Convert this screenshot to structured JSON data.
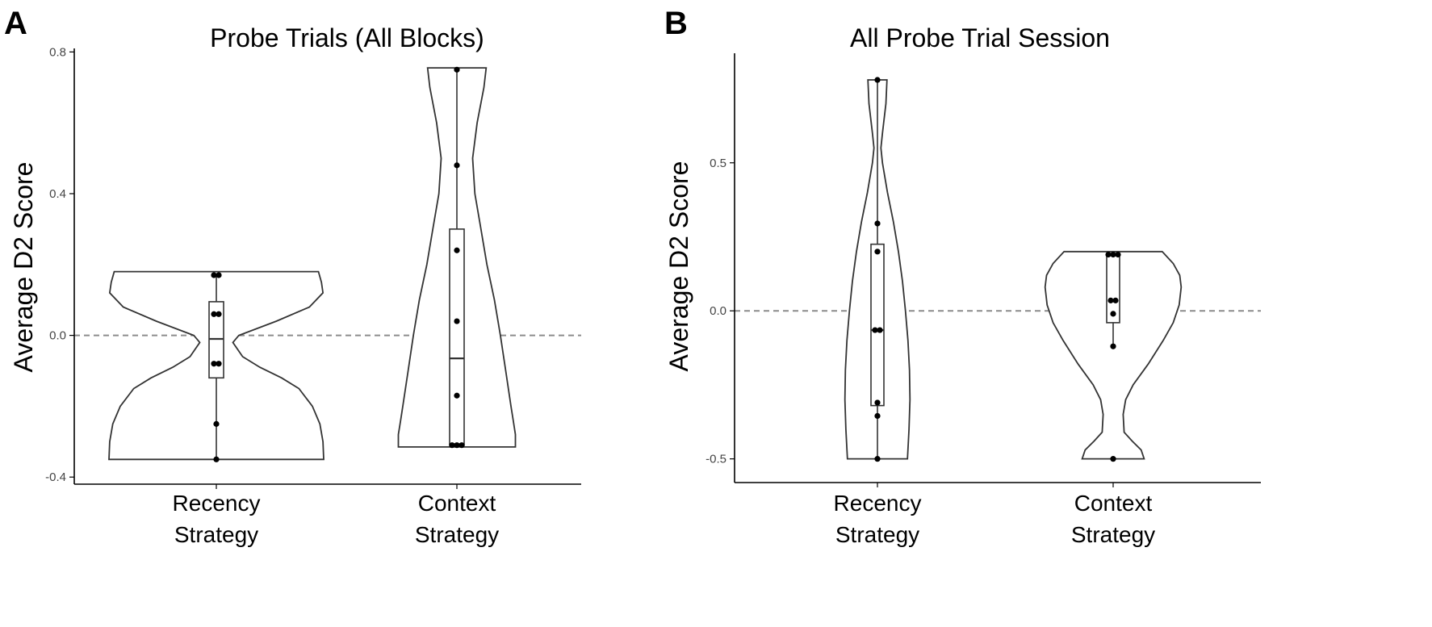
{
  "chart_data": [
    {
      "panel": "A",
      "type": "violin",
      "title": "Probe Trials (All Blocks)",
      "ylabel": "Average D2 Score",
      "xlabel": "",
      "ylim": [
        -0.42,
        0.81
      ],
      "yticks": [
        -0.4,
        0.0,
        0.4,
        0.8
      ],
      "ytick_labels": [
        "-0.4",
        "0.0",
        "0.4",
        "0.8"
      ],
      "reference_line": 0.0,
      "grid": false,
      "categories": [
        {
          "label_line1": "Recency",
          "label_line2": "Strategy"
        },
        {
          "label_line1": "Context",
          "label_line2": "Strategy"
        }
      ],
      "series": [
        {
          "points": [
            0.17,
            0.17,
            0.06,
            0.06,
            -0.08,
            -0.08,
            -0.25,
            -0.35
          ],
          "box": {
            "q1": -0.12,
            "median": -0.01,
            "q3": 0.095,
            "whisker_low": -0.35,
            "whisker_high": 0.17
          },
          "violin_profile": [
            [
              -0.35,
              0.143
            ],
            [
              -0.3,
              0.142
            ],
            [
              -0.25,
              0.138
            ],
            [
              -0.2,
              0.128
            ],
            [
              -0.15,
              0.11
            ],
            [
              -0.12,
              0.087
            ],
            [
              -0.09,
              0.058
            ],
            [
              -0.06,
              0.035
            ],
            [
              -0.02,
              0.022
            ],
            [
              0.0,
              0.03
            ],
            [
              0.04,
              0.08
            ],
            [
              0.08,
              0.124
            ],
            [
              0.12,
              0.142
            ],
            [
              0.15,
              0.14
            ],
            [
              0.18,
              0.136
            ]
          ]
        },
        {
          "points": [
            0.75,
            0.48,
            0.24,
            0.04,
            -0.17,
            -0.31,
            -0.31,
            -0.31
          ],
          "box": {
            "q1": -0.31,
            "median": -0.065,
            "q3": 0.3,
            "whisker_low": -0.31,
            "whisker_high": 0.75
          },
          "violin_profile": [
            [
              -0.315,
              0.078
            ],
            [
              -0.28,
              0.078
            ],
            [
              -0.24,
              0.075
            ],
            [
              -0.2,
              0.072
            ],
            [
              -0.1,
              0.065
            ],
            [
              0.0,
              0.058
            ],
            [
              0.1,
              0.05
            ],
            [
              0.2,
              0.04
            ],
            [
              0.3,
              0.032
            ],
            [
              0.4,
              0.024
            ],
            [
              0.5,
              0.021
            ],
            [
              0.6,
              0.027
            ],
            [
              0.7,
              0.036
            ],
            [
              0.755,
              0.039
            ]
          ]
        }
      ]
    },
    {
      "panel": "B",
      "type": "violin",
      "title": "All Probe Trial Session",
      "ylabel": "Average D2 Score",
      "xlabel": "",
      "ylim": [
        -0.58,
        0.87
      ],
      "yticks": [
        -0.5,
        0.0,
        0.5
      ],
      "ytick_labels": [
        "-0.5",
        "0.0",
        "0.5"
      ],
      "reference_line": 0.0,
      "grid": false,
      "categories": [
        {
          "label_line1": "Recency",
          "label_line2": "Strategy"
        },
        {
          "label_line1": "Context",
          "label_line2": "Strategy"
        }
      ],
      "series": [
        {
          "points": [
            0.78,
            0.295,
            0.2,
            -0.065,
            -0.065,
            -0.31,
            -0.355,
            -0.5
          ],
          "box": {
            "q1": -0.32,
            "median": -0.065,
            "q3": 0.225,
            "whisker_low": -0.5,
            "whisker_high": 0.78
          },
          "violin_profile": [
            [
              -0.5,
              0.06
            ],
            [
              -0.4,
              0.063
            ],
            [
              -0.3,
              0.065
            ],
            [
              -0.2,
              0.064
            ],
            [
              -0.1,
              0.061
            ],
            [
              0.0,
              0.056
            ],
            [
              0.1,
              0.05
            ],
            [
              0.2,
              0.042
            ],
            [
              0.3,
              0.032
            ],
            [
              0.4,
              0.02
            ],
            [
              0.5,
              0.01
            ],
            [
              0.55,
              0.007
            ],
            [
              0.6,
              0.01
            ],
            [
              0.7,
              0.017
            ],
            [
              0.78,
              0.019
            ]
          ]
        },
        {
          "points": [
            0.19,
            0.19,
            0.19,
            0.035,
            0.035,
            -0.01,
            -0.12,
            -0.5
          ],
          "box": {
            "q1": -0.04,
            "median": 0.19,
            "q3": 0.19,
            "whisker_low": -0.12,
            "whisker_high": 0.19
          },
          "violin_profile": [
            [
              -0.5,
              0.062
            ],
            [
              -0.47,
              0.056
            ],
            [
              -0.44,
              0.038
            ],
            [
              -0.41,
              0.022
            ],
            [
              -0.35,
              0.02
            ],
            [
              -0.3,
              0.025
            ],
            [
              -0.25,
              0.04
            ],
            [
              -0.18,
              0.07
            ],
            [
              -0.1,
              0.1
            ],
            [
              -0.04,
              0.12
            ],
            [
              0.02,
              0.132
            ],
            [
              0.08,
              0.136
            ],
            [
              0.12,
              0.133
            ],
            [
              0.16,
              0.12
            ],
            [
              0.2,
              0.098
            ]
          ]
        }
      ]
    }
  ]
}
